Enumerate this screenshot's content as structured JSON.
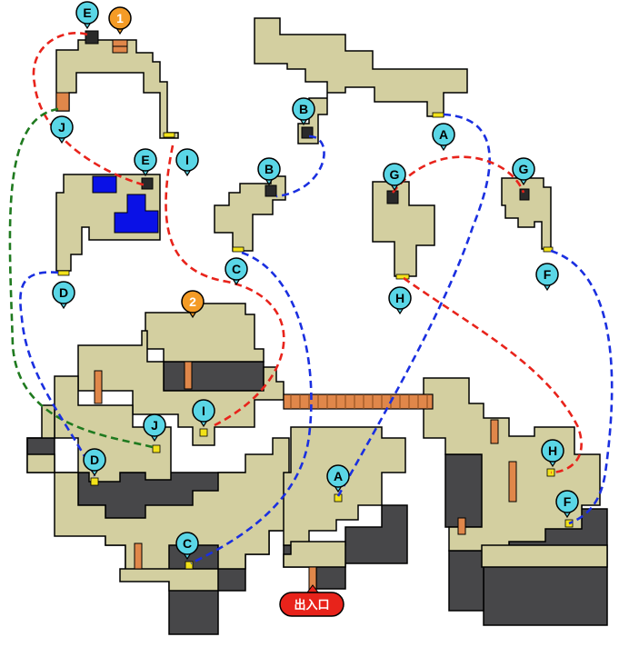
{
  "entrance": {
    "label": "出入口",
    "color": "#e8231b"
  },
  "item_markers": [
    {
      "id": "item-1",
      "label": "1"
    },
    {
      "id": "item-2",
      "label": "2"
    }
  ],
  "warp_markers": [
    {
      "id": "E-upper",
      "label": "E"
    },
    {
      "id": "J-upper",
      "label": "J"
    },
    {
      "id": "I-upper",
      "label": "I"
    },
    {
      "id": "E-mid",
      "label": "E"
    },
    {
      "id": "D-upper",
      "label": "D"
    },
    {
      "id": "B-top",
      "label": "B"
    },
    {
      "id": "A-top",
      "label": "A"
    },
    {
      "id": "B-mid",
      "label": "B"
    },
    {
      "id": "C-upper",
      "label": "C"
    },
    {
      "id": "G-left",
      "label": "G"
    },
    {
      "id": "H-upper",
      "label": "H"
    },
    {
      "id": "G-right",
      "label": "G"
    },
    {
      "id": "F-upper",
      "label": "F"
    },
    {
      "id": "I-lower",
      "label": "I"
    },
    {
      "id": "J-lower",
      "label": "J"
    },
    {
      "id": "D-lower",
      "label": "D"
    },
    {
      "id": "A-lower",
      "label": "A"
    },
    {
      "id": "C-lower",
      "label": "C"
    },
    {
      "id": "H-lower",
      "label": "H"
    },
    {
      "id": "F-lower",
      "label": "F"
    }
  ],
  "colors": {
    "floor": "#d3cfa0",
    "wall": "#474749",
    "outline": "#000000",
    "marker": "#5ad6e6",
    "item_marker": "#f49b26",
    "water": "#0a11e6",
    "bridge": "#e0874a",
    "route_red": "#e8231b",
    "route_blue": "#1a2fe0",
    "route_green": "#1f7a1f"
  }
}
